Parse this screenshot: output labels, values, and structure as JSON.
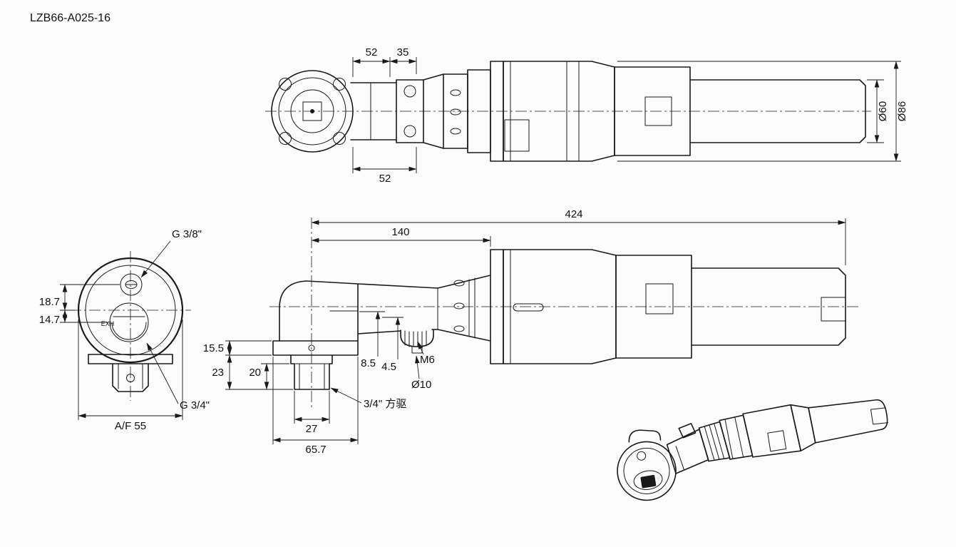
{
  "title": "LZB66-A025-16",
  "colors": {
    "line": "#1a1a1a",
    "background": "#fcfcfc"
  },
  "top_view": {
    "dim_52_left": "52",
    "dim_35": "35",
    "dim_52_bottom": "52",
    "dia_60": "Ø60",
    "dia_86": "Ø86"
  },
  "end_view": {
    "port_top_label": "G 3/8\"",
    "port_bottom_label": "G 3/4\"",
    "exhaust_label": "EXH",
    "dim_18_7": "18.7",
    "dim_14_7": "14.7",
    "dim_af55": "A/F 55"
  },
  "side_view": {
    "dim_424": "424",
    "dim_140": "140",
    "dim_15_5": "15.5",
    "dim_23": "23",
    "dim_20": "20",
    "dim_8_5": "8.5",
    "dim_4_5": "4.5",
    "thread_m6": "M6",
    "dia_10": "Ø10",
    "square_drive_label": "3/4\" 方驱",
    "dim_27": "27",
    "dim_65_7": "65.7"
  }
}
